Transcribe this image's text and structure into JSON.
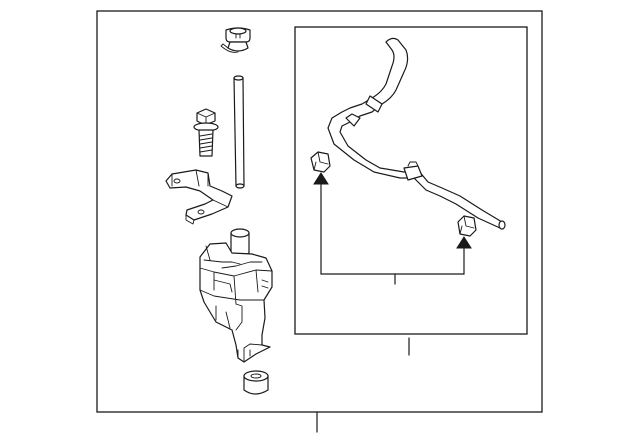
{
  "diagram": {
    "colors": {
      "line": "#1a1a1a",
      "background": "#ffffff"
    },
    "parts": [
      "filler-cap",
      "filler-neck-tube",
      "mounting-bolt",
      "mounting-bracket",
      "washer-reservoir",
      "washer-pump",
      "grommet",
      "washer-hose",
      "hose-clip-left",
      "hose-clip-right"
    ]
  }
}
